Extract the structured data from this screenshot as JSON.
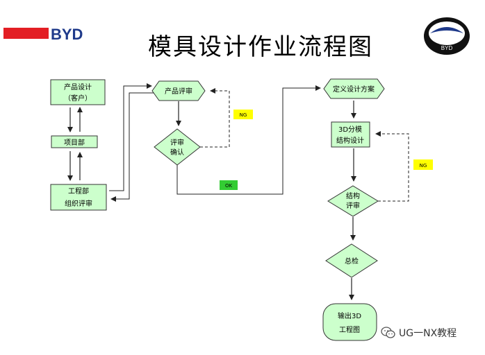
{
  "title": "模具设计作业流程图",
  "logo": {
    "text": "BYD",
    "badge_text": "BYD",
    "brand_color": "#e31e24",
    "text_color": "#1f3a8a"
  },
  "colors": {
    "node_fill": "#ccffcc",
    "node_stroke": "#333333",
    "label_fill": "#ffff00",
    "ok_fill": "#33cc33"
  },
  "nodes": {
    "product_design": {
      "line1": "产品设计",
      "line2": "（客户）"
    },
    "project_dept": {
      "label": "项目部"
    },
    "engineering_dept": {
      "line1": "工程部",
      "line2": "组织评审"
    },
    "product_review": {
      "label": "产品评审"
    },
    "review_confirm": {
      "line1": "评审",
      "line2": "确认"
    },
    "define_plan": {
      "label": "定义设计方案"
    },
    "design_3d": {
      "line1": "3D分模",
      "line2": "结构设计"
    },
    "structure_review": {
      "line1": "结构",
      "line2": "评审"
    },
    "final_check": {
      "label": "总检"
    },
    "output_3d": {
      "line1": "输出3D",
      "line2": "工程图"
    }
  },
  "labels": {
    "ng1": "NG",
    "ng2": "NG",
    "ok": "OK"
  },
  "watermark": {
    "text": "UG一NX教程",
    "icon": "wechat-icon"
  }
}
